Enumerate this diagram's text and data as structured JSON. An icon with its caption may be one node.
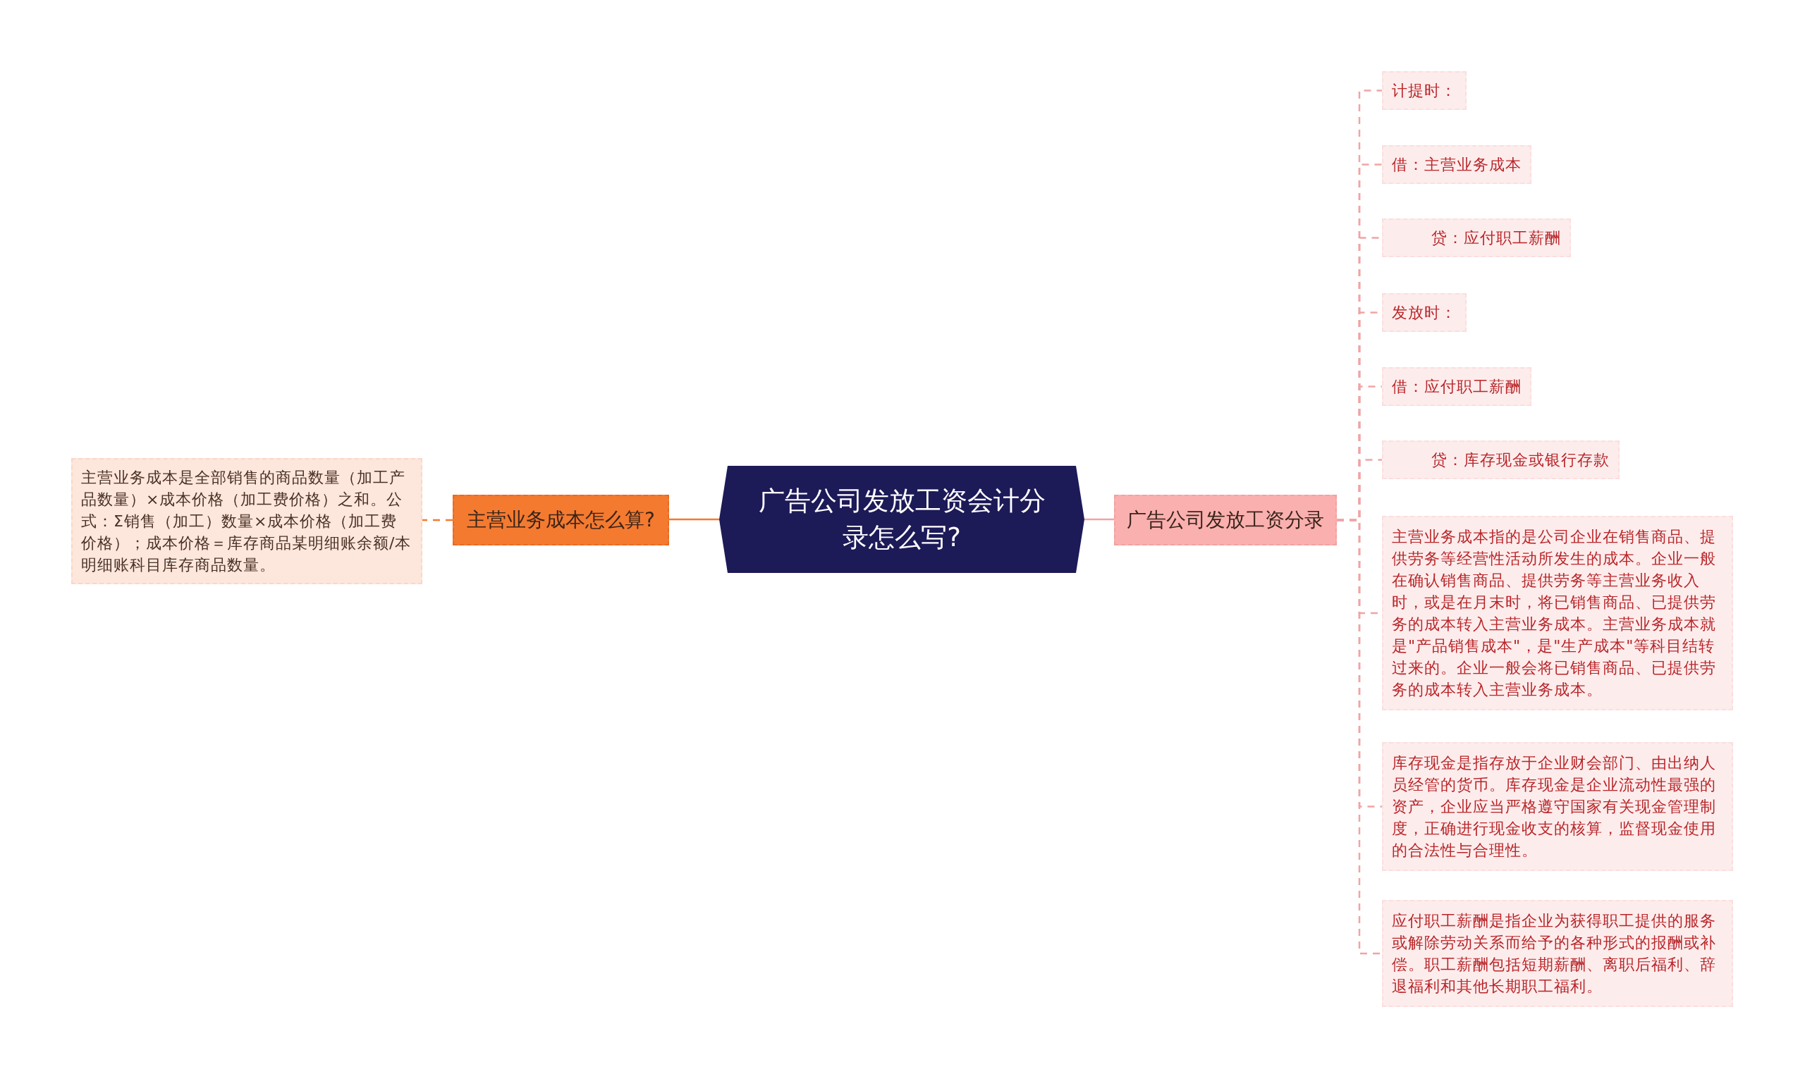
{
  "diagram": {
    "nodes": [
      {
        "text": [
          "广告公司发放工资会计分录怎么写?"
        ]
      },
      {
        "text": [
          "主营业务成本怎么算?"
        ]
      },
      {
        "text": [
          "主营业务成本是全部销售的商品数量（加工产品数量）×成本价格（加工费价格）之和。公式：Σ销售（加工）数量×成本价格（加工费价格）；成本价格＝库存商品某明细账余额/本明细账科目库存商品数量。"
        ]
      },
      {
        "text": [
          "广告公司发放工资分录"
        ]
      },
      {
        "text": [
          "计提时："
        ]
      },
      {
        "text": [
          "借：主营业务成本"
        ]
      },
      {
        "text": [
          "贷：应付职工薪酬"
        ]
      },
      {
        "text": [
          "发放时："
        ]
      },
      {
        "text": [
          "借：应付职工薪酬"
        ]
      },
      {
        "text": [
          "贷：库存现金或银行存款"
        ]
      },
      {
        "text": [
          "主营业务成本指的是公司企业在销售商品、提供劳务等经营性活动所发生的成本。企业一般在确认销售商品、提供劳务等主营业务收入时，或是在月末时，将已销售商品、已提供劳务的成本转入主营业务成本。主营业务成本就是\"产品销售成本\"，是\"生产成本\"等科目结转过来的。企业一般会将已销售商品、已提供劳务的成本转入主营业务成本。"
        ]
      },
      {
        "text": [
          "库存现金是指存放于企业财会部门、由出纳人员经管的货币。库存现金是企业流动性最强的资产，企业应当严格遵守国家有关现金管理制度，正确进行现金收支的核算，监督现金使用的合法性与合理性。"
        ]
      },
      {
        "text": [
          "应付职工薪酬是指企业为获得职工提供的服务或解除劳动关系而给予的各种形式的报酬或补偿。职工薪酬包括短期薪酬、离职后福利、辞退福利和其他长期职工福利。"
        ]
      }
    ],
    "edges": [
      {
        "from": 0,
        "to": 1,
        "arrow": "none",
        "color": "#f47a30"
      },
      {
        "from": 1,
        "to": 2,
        "arrow": "none",
        "style": "dashed",
        "color": "#f47a30"
      },
      {
        "from": 0,
        "to": 3,
        "arrow": "none"
      },
      {
        "from": 3,
        "to": 4,
        "arrow": "none",
        "style": "dashed"
      },
      {
        "from": 3,
        "to": 5,
        "arrow": "none",
        "style": "dashed"
      },
      {
        "from": 3,
        "to": 6,
        "arrow": "none",
        "style": "dashed"
      },
      {
        "from": 3,
        "to": 7,
        "arrow": "none",
        "style": "dashed"
      },
      {
        "from": 3,
        "to": 8,
        "arrow": "none",
        "style": "dashed"
      },
      {
        "from": 3,
        "to": 9,
        "arrow": "none",
        "style": "dashed"
      },
      {
        "from": 3,
        "to": 10,
        "arrow": "none",
        "style": "dashed"
      },
      {
        "from": 3,
        "to": 11,
        "arrow": "none",
        "style": "dashed"
      },
      {
        "from": 3,
        "to": 12,
        "arrow": "none",
        "style": "dashed"
      }
    ]
  }
}
